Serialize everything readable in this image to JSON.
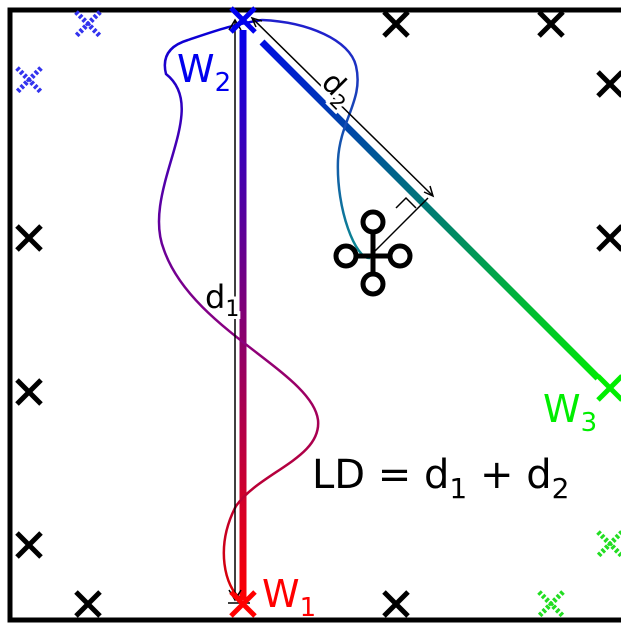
{
  "labels": {
    "w1_main": "W",
    "w1_sub": "1",
    "w2_main": "W",
    "w2_sub": "2",
    "w3_main": "W",
    "w3_sub": "3",
    "d1_main": "d",
    "d1_sub": "1",
    "d2_main": "d",
    "d2_sub": "2",
    "formula_lhs": "LD = d",
    "formula_sub1": "1",
    "formula_plus": " + d",
    "formula_sub2": "2"
  },
  "colors": {
    "w1": "#ff0000",
    "w2": "#0000ee",
    "w3": "#00ee00",
    "marker": "#000000",
    "background": "#ffffff"
  },
  "icons": {
    "waypoint": "x-marker",
    "drone": "quadcopter-icon"
  }
}
